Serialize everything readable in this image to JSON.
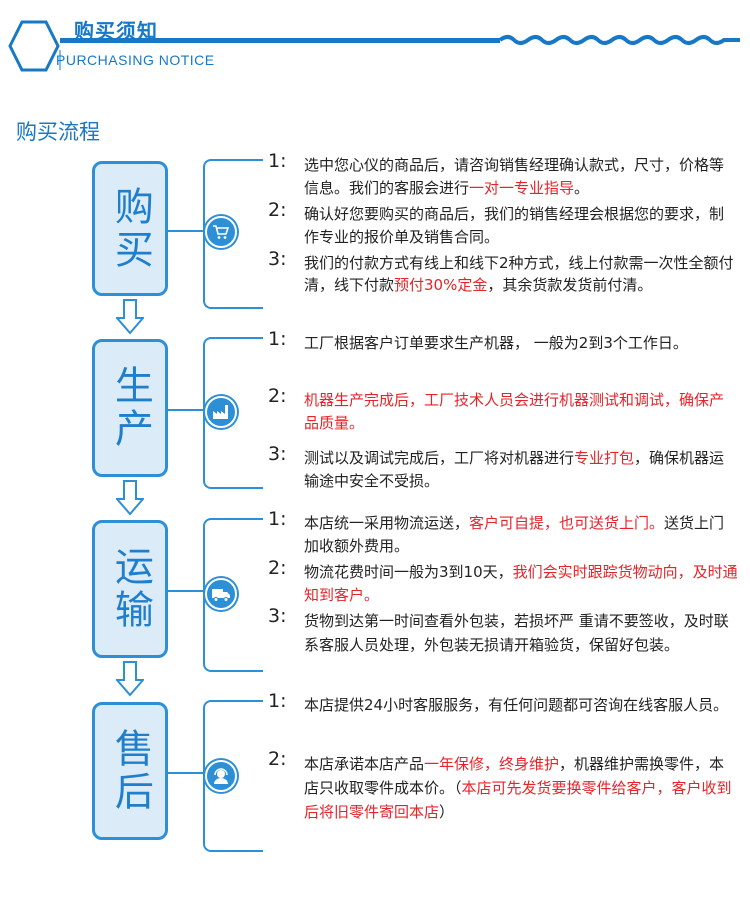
{
  "header": {
    "title": "购买须知",
    "subtitle": "PURCHASING NOTICE",
    "accent": "#1778c8"
  },
  "flow_title": "购买流程",
  "stages": [
    {
      "label": "购买",
      "icon": "shopping-cart-icon",
      "items": [
        {
          "num": "1:",
          "parts": [
            {
              "t": "选中您心仪的商品后，请咨询销售经理确认款式，尺寸，价格等信息。我们的客服会进行"
            },
            {
              "t": "一对一专业指导",
              "red": true
            },
            {
              "t": "。"
            }
          ]
        },
        {
          "num": "2:",
          "parts": [
            {
              "t": "确认好您要购买的商品后，我们的销售经理会根据您的要求，制作专业的报价单及销售合同。"
            }
          ]
        },
        {
          "num": "3:",
          "parts": [
            {
              "t": "我们的付款方式有线上和线下2种方式，线上付款需一次性全额付清，线下付款"
            },
            {
              "t": "预付30%定金",
              "red": true
            },
            {
              "t": "，其余货款发货前付清。"
            }
          ]
        }
      ]
    },
    {
      "label": "生产",
      "icon": "factory-icon",
      "items": [
        {
          "num": "1:",
          "parts": [
            {
              "t": "工厂根据客户订单要求生产机器， 一般为2到3个工作日。"
            }
          ]
        },
        {
          "num": "2:",
          "parts": [
            {
              "t": "机器生产完成后，工厂技术人员会进行机器测试和调试，确保产品质量。",
              "red": true
            }
          ]
        },
        {
          "num": "3:",
          "parts": [
            {
              "t": "测试以及调试完成后，工厂将对机器进行"
            },
            {
              "t": "专业打包",
              "red": true
            },
            {
              "t": "，确保机器运输途中安全不受损。"
            }
          ]
        }
      ]
    },
    {
      "label": "运输",
      "icon": "delivery-truck-icon",
      "items": [
        {
          "num": "1:",
          "parts": [
            {
              "t": "本店统一采用物流运送，"
            },
            {
              "t": "客户可自提，也可送货上门。",
              "red": true
            },
            {
              "t": "送货上门加收额外费用。"
            }
          ]
        },
        {
          "num": "2:",
          "parts": [
            {
              "t": "物流花费时间一般为3到10天，"
            },
            {
              "t": "我们会实时跟踪货物动向，及时通知到客户。",
              "red": true
            }
          ]
        },
        {
          "num": "3:",
          "parts": [
            {
              "t": "货物到达第一时间查看外包装，若损坏严 重请不要签收，及时联系客服人员处理，外包装无损请开箱验货，保留好包装。"
            }
          ]
        }
      ]
    },
    {
      "label": "售后",
      "icon": "customer-service-icon",
      "items": [
        {
          "num": "1:",
          "parts": [
            {
              "t": "本店提供24小时客服服务，有任何问题都可咨询在线客服人员。"
            }
          ]
        },
        {
          "num": "2:",
          "parts": [
            {
              "t": "本店承诺本店产品"
            },
            {
              "t": "一年保修，终身维护",
              "red": true
            },
            {
              "t": "，机器维护需换零件，本店只收取零件成本价。（"
            },
            {
              "t": "本店可先发货要换零件给客户，客户收到后将旧零件寄回本店",
              "red": true
            },
            {
              "t": "）"
            }
          ]
        }
      ]
    }
  ]
}
